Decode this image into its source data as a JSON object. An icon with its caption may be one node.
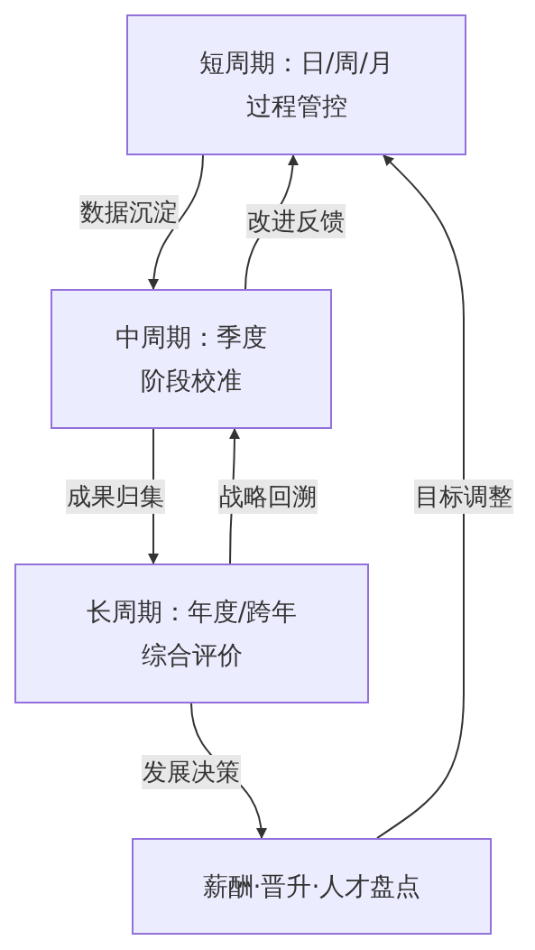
{
  "diagram": {
    "nodes": [
      {
        "text": [
          "短周期：日/周/月",
          "过程管控"
        ]
      },
      {
        "text": [
          "中周期：季度",
          "阶段校准"
        ]
      },
      {
        "text": [
          "长周期：年度/跨年",
          "综合评价"
        ]
      },
      {
        "text": [
          "薪酬·晋升·人才盘点"
        ]
      }
    ],
    "edges": [
      {
        "from": 0,
        "to": 1,
        "arrow": "to",
        "label": "数据沉淀"
      },
      {
        "from": 1,
        "to": 0,
        "arrow": "to",
        "label": "改进反馈"
      },
      {
        "from": 1,
        "to": 2,
        "arrow": "to",
        "label": "成果归集"
      },
      {
        "from": 2,
        "to": 1,
        "arrow": "to",
        "label": "战略回溯"
      },
      {
        "from": 2,
        "to": 3,
        "arrow": "to",
        "label": "发展决策"
      },
      {
        "from": 3,
        "to": 0,
        "arrow": "to",
        "label": "目标调整"
      }
    ]
  }
}
